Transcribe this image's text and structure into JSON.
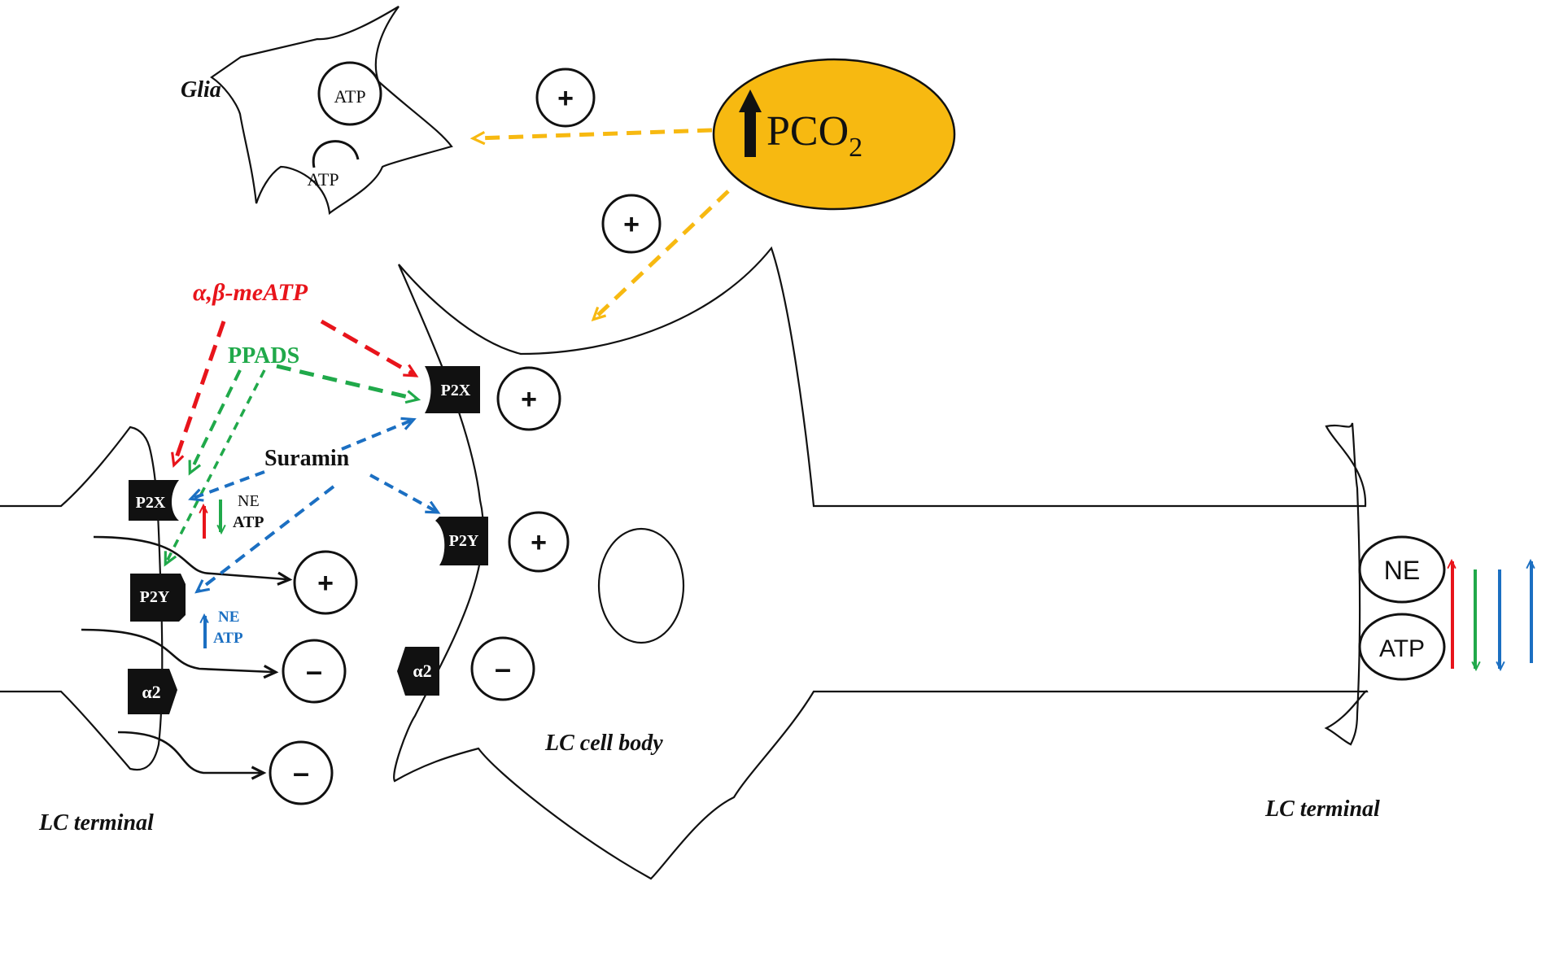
{
  "labels": {
    "glia": "Glia",
    "glia_atp_inner": "ATP",
    "glia_atp_release": "ATP",
    "pco2": "PCO",
    "pco2_sub": "2",
    "abmeatp": "α,β-meATP",
    "ppads": "PPADS",
    "suramin": "Suramin",
    "cell_body": "LC cell body",
    "terminal_left": "LC terminal",
    "terminal_right": "LC terminal",
    "ne_small_1": "NE",
    "atp_small_1": "ATP",
    "ne_small_2": "NE",
    "atp_small_2": "ATP",
    "ne_large": "NE",
    "atp_large": "ATP"
  },
  "receptors": {
    "p2x_terminal": "P2X",
    "p2y_terminal": "P2Y",
    "a2_terminal": "α2",
    "p2x_body": "P2X",
    "p2y_body": "P2Y",
    "a2_body": "α2"
  },
  "signs": {
    "plus": "+",
    "minus": "–"
  },
  "colors": {
    "red": "#e8141b",
    "green": "#20a94a",
    "blue": "#1b6fc2",
    "yellow": "#f7b911",
    "black": "#111111"
  }
}
